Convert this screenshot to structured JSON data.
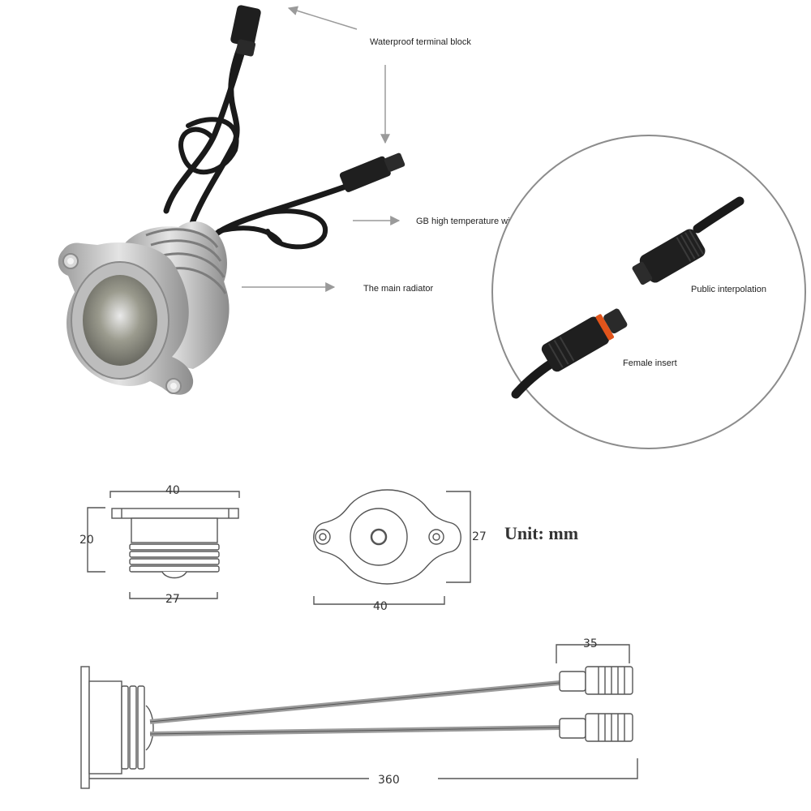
{
  "callouts": {
    "terminal": "Waterproof terminal block",
    "wire": "GB high temperature wire",
    "radiator": "The main radiator",
    "public": "Public interpolation",
    "female": "Female insert"
  },
  "dimensions": {
    "side_width": "40",
    "side_height": "20",
    "side_inner": "27",
    "front_height": "27",
    "front_width": "40",
    "unit": "Unit: mm",
    "connector_len": "35",
    "cable_len": "360"
  },
  "colors": {
    "aluminum": "#c9c9c9",
    "cable": "#1a1a1a",
    "orange_ring": "#e2541b",
    "arrow": "#9a9a9a",
    "drawing_line": "#555555"
  }
}
